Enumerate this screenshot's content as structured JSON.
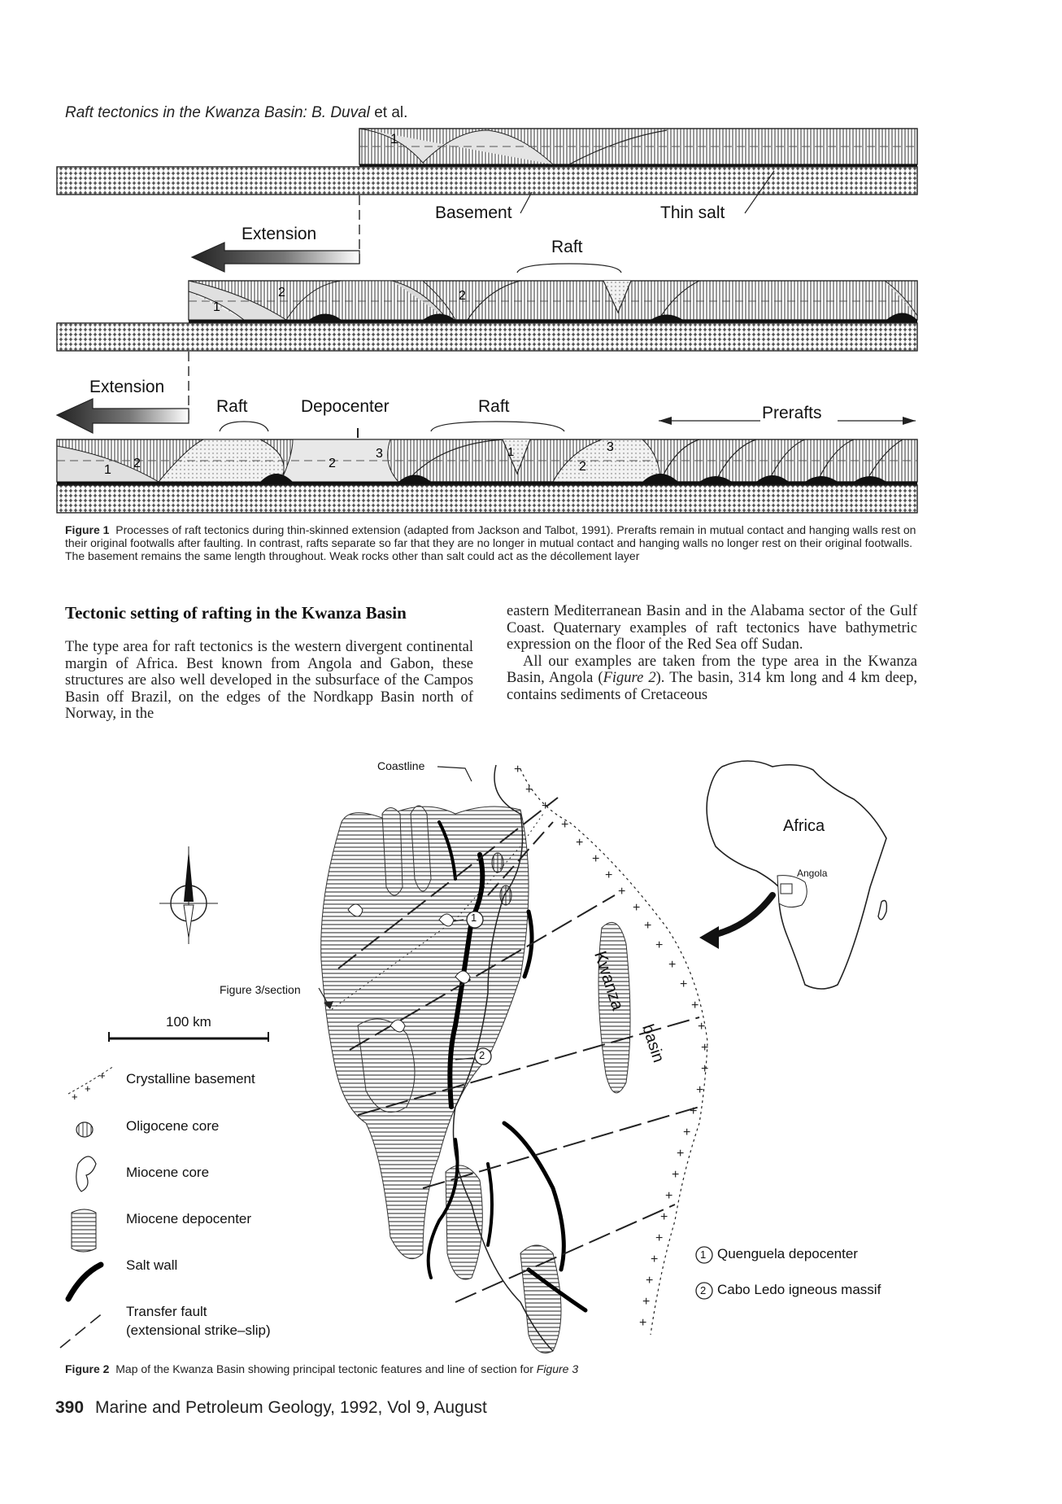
{
  "header": {
    "running_title": "Raft tectonics in the Kwanza Basin: B. Duval",
    "running_title_etal": "et al."
  },
  "figure1": {
    "labels": {
      "basement": "Basement",
      "thin_salt": "Thin salt",
      "extension_1": "Extension",
      "raft_1": "Raft",
      "extension_2": "Extension",
      "raft_2": "Raft",
      "depocenter": "Depocenter",
      "raft_3": "Raft",
      "prerafts": "Prerafts"
    },
    "caption_label": "Figure 1",
    "caption_text": "Processes of raft tectonics during thin-skinned extension (adapted from Jackson and Talbot, 1991). Prerafts remain in mutual contact and hanging walls rest on their original footwalls after faulting. In contrast, rafts separate so far that they are no longer in mutual contact and hanging walls no longer rest on their original footwalls. The basement remains the same length throughout. Weak rocks other than salt could act as the décollement layer"
  },
  "section": {
    "heading": "Tectonic setting of rafting in the Kwanza Basin",
    "left_paragraph": "The type area for raft tectonics is the western divergent continental margin of Africa. Best known from Angola and Gabon, these structures are also well developed in the subsurface of the Campos Basin off Brazil, on the edges of the Nordkapp Basin north of Norway, in the",
    "right_paragraph_1": "eastern Mediterranean Basin and in the Alabama sector of the Gulf Coast. Quaternary examples of raft tectonics have bathymetric expression on the floor of the Red Sea off Sudan.",
    "right_paragraph_2a": "All our examples are taken from the type area in the Kwanza Basin, Angola (",
    "right_paragraph_2_ref": "Figure 2",
    "right_paragraph_2b": "). The basin, 314 km long and 4 km deep, contains sediments of Cretaceous"
  },
  "figure2": {
    "coastline": "Coastline",
    "figure3_section": "Figure 3/section",
    "scale": "100 km",
    "africa": "Africa",
    "angola": "Angola",
    "kwanza": "Kwanza",
    "basin": "basin",
    "marker_1": "1",
    "marker_2": "2",
    "legend": {
      "crystalline_basement": "Crystalline basement",
      "oligocene_core": "Oligocene core",
      "miocene_core": "Miocene core",
      "miocene_depocenter": "Miocene depocenter",
      "salt_wall": "Salt wall",
      "transfer_fault_1": "Transfer fault",
      "transfer_fault_2": "(extensional strike–slip)",
      "quenguela": "Quenguela depocenter",
      "cabo_ledo": "Cabo Ledo igneous massif",
      "num_1": "1",
      "num_2": "2"
    },
    "caption_label": "Figure 2",
    "caption_text": "Map of the Kwanza Basin showing principal tectonic features and line of section for",
    "caption_ref": "Figure 3"
  },
  "footer": {
    "page_number": "390",
    "journal": "Marine and Petroleum Geology, 1992, Vol 9, August"
  }
}
